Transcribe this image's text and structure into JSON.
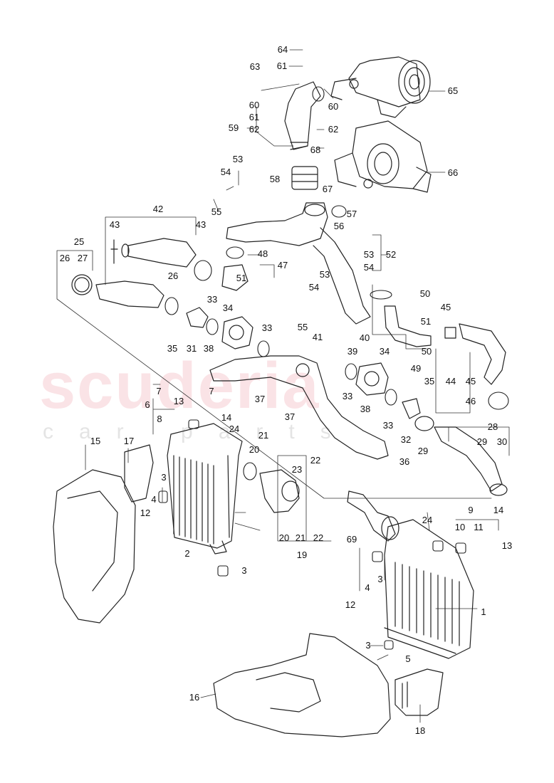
{
  "watermark": {
    "brand": "scuderia",
    "tagline": "car parts"
  },
  "callouts": [
    {
      "id": "c64",
      "text": "64"
    },
    {
      "id": "c61a",
      "text": "61"
    },
    {
      "id": "c63",
      "text": "63"
    },
    {
      "id": "c65",
      "text": "65"
    },
    {
      "id": "c60a",
      "text": "60"
    },
    {
      "id": "c60b",
      "text": "60"
    },
    {
      "id": "c61b",
      "text": "61"
    },
    {
      "id": "c62a",
      "text": "62"
    },
    {
      "id": "c59",
      "text": "59"
    },
    {
      "id": "c62b",
      "text": "62"
    },
    {
      "id": "c68",
      "text": "68"
    },
    {
      "id": "c66",
      "text": "66"
    },
    {
      "id": "c53a",
      "text": "53"
    },
    {
      "id": "c54a",
      "text": "54"
    },
    {
      "id": "c58",
      "text": "58"
    },
    {
      "id": "c67",
      "text": "67"
    },
    {
      "id": "c57",
      "text": "57"
    },
    {
      "id": "c55a",
      "text": "55"
    },
    {
      "id": "c42",
      "text": "42"
    },
    {
      "id": "c56",
      "text": "56"
    },
    {
      "id": "c43a",
      "text": "43"
    },
    {
      "id": "c43b",
      "text": "43"
    },
    {
      "id": "c25",
      "text": "25"
    },
    {
      "id": "c53b",
      "text": "53"
    },
    {
      "id": "c52",
      "text": "52"
    },
    {
      "id": "c48",
      "text": "48"
    },
    {
      "id": "c26a",
      "text": "26"
    },
    {
      "id": "c27",
      "text": "27"
    },
    {
      "id": "c54b",
      "text": "54"
    },
    {
      "id": "c47",
      "text": "47"
    },
    {
      "id": "c51a",
      "text": "51"
    },
    {
      "id": "c53c",
      "text": "53"
    },
    {
      "id": "c26b",
      "text": "26"
    },
    {
      "id": "c54c",
      "text": "54"
    },
    {
      "id": "c50a",
      "text": "50"
    },
    {
      "id": "c33a",
      "text": "33"
    },
    {
      "id": "c34a",
      "text": "34"
    },
    {
      "id": "c45a",
      "text": "45"
    },
    {
      "id": "c51b",
      "text": "51"
    },
    {
      "id": "c55b",
      "text": "55"
    },
    {
      "id": "c33b",
      "text": "33"
    },
    {
      "id": "c41",
      "text": "41"
    },
    {
      "id": "c40",
      "text": "40"
    },
    {
      "id": "c35a",
      "text": "35"
    },
    {
      "id": "c31",
      "text": "31"
    },
    {
      "id": "c38a",
      "text": "38"
    },
    {
      "id": "c39",
      "text": "39"
    },
    {
      "id": "c50b",
      "text": "50"
    },
    {
      "id": "c34b",
      "text": "34"
    },
    {
      "id": "c49",
      "text": "49"
    },
    {
      "id": "c44",
      "text": "44"
    },
    {
      "id": "c45b",
      "text": "45"
    },
    {
      "id": "c7a",
      "text": "7"
    },
    {
      "id": "c35b",
      "text": "35"
    },
    {
      "id": "c6",
      "text": "6"
    },
    {
      "id": "c13a",
      "text": "13"
    },
    {
      "id": "c7b",
      "text": "7"
    },
    {
      "id": "c37a",
      "text": "37"
    },
    {
      "id": "c33c",
      "text": "33"
    },
    {
      "id": "c46",
      "text": "46"
    },
    {
      "id": "c8",
      "text": "8"
    },
    {
      "id": "c14a",
      "text": "14"
    },
    {
      "id": "c37b",
      "text": "37"
    },
    {
      "id": "c38b",
      "text": "38"
    },
    {
      "id": "c33d",
      "text": "33"
    },
    {
      "id": "c24a",
      "text": "24"
    },
    {
      "id": "c28",
      "text": "28"
    },
    {
      "id": "c21",
      "text": "21"
    },
    {
      "id": "c32",
      "text": "32"
    },
    {
      "id": "c15",
      "text": "15"
    },
    {
      "id": "c17",
      "text": "17"
    },
    {
      "id": "c29a",
      "text": "29"
    },
    {
      "id": "c29b",
      "text": "29"
    },
    {
      "id": "c30",
      "text": "30"
    },
    {
      "id": "c20a",
      "text": "20"
    },
    {
      "id": "c22",
      "text": "22"
    },
    {
      "id": "c36",
      "text": "36"
    },
    {
      "id": "c23",
      "text": "23"
    },
    {
      "id": "c3a",
      "text": "3"
    },
    {
      "id": "c4a",
      "text": "4"
    },
    {
      "id": "c12a",
      "text": "12"
    },
    {
      "id": "c69",
      "text": "69"
    },
    {
      "id": "c24b",
      "text": "24"
    },
    {
      "id": "c9",
      "text": "9"
    },
    {
      "id": "c14b",
      "text": "14"
    },
    {
      "id": "c10",
      "text": "10"
    },
    {
      "id": "c11",
      "text": "11"
    },
    {
      "id": "c20b",
      "text": "20"
    },
    {
      "id": "c21b",
      "text": "21"
    },
    {
      "id": "c22b",
      "text": "22"
    },
    {
      "id": "c19",
      "text": "19"
    },
    {
      "id": "c2",
      "text": "2"
    },
    {
      "id": "c13b",
      "text": "13"
    },
    {
      "id": "c3b",
      "text": "3"
    },
    {
      "id": "c3c",
      "text": "3"
    },
    {
      "id": "c4b",
      "text": "4"
    },
    {
      "id": "c12b",
      "text": "12"
    },
    {
      "id": "c1",
      "text": "1"
    },
    {
      "id": "c3d",
      "text": "3"
    },
    {
      "id": "c5",
      "text": "5"
    },
    {
      "id": "c16",
      "text": "16"
    },
    {
      "id": "c18",
      "text": "18"
    }
  ]
}
